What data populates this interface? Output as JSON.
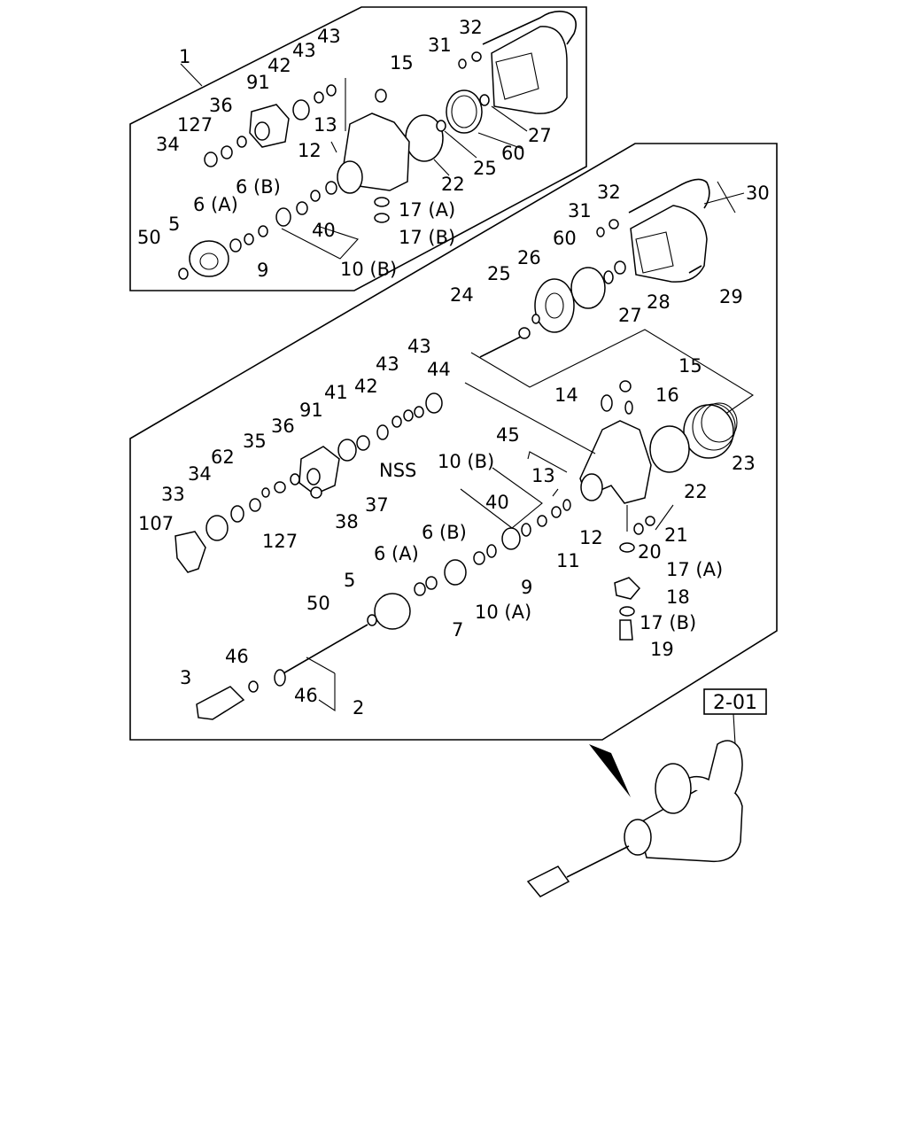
{
  "reference_label": "2-01",
  "callouts": {
    "upper": [
      "1",
      "36",
      "127",
      "34",
      "91",
      "42",
      "43",
      "43",
      "13",
      "12",
      "15",
      "31",
      "32",
      "27",
      "60",
      "25",
      "22",
      "6 (A)",
      "6 (B)",
      "5",
      "50",
      "9",
      "40",
      "10 (B)",
      "17 (A)",
      "17 (B)"
    ],
    "main": [
      "30",
      "31",
      "32",
      "60",
      "26",
      "25",
      "24",
      "27",
      "28",
      "29",
      "15",
      "14",
      "16",
      "43",
      "43",
      "44",
      "42",
      "41",
      "91",
      "36",
      "35",
      "62",
      "34",
      "33",
      "107",
      "127",
      "38",
      "37",
      "NSS",
      "10 (B)",
      "45",
      "13",
      "40",
      "12",
      "11",
      "23",
      "22",
      "21",
      "20",
      "17 (A)",
      "18",
      "17 (B)",
      "19",
      "6 (B)",
      "6 (A)",
      "5",
      "9",
      "7",
      "10 (A)",
      "50",
      "46",
      "3",
      "46",
      "2"
    ]
  }
}
